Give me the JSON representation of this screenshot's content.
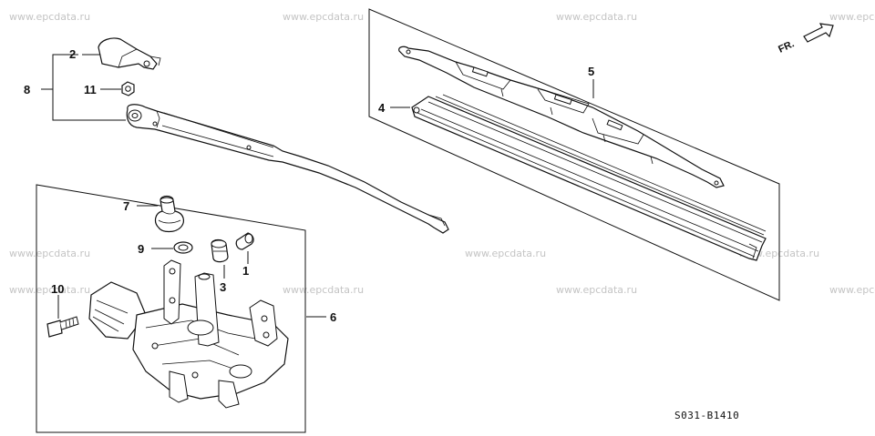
{
  "watermark": "www.epcdata.ru",
  "diagram_code": "S031-B1410",
  "direction_label": "FR.",
  "callouts": {
    "c1": "1",
    "c2": "2",
    "c3": "3",
    "c4": "4",
    "c5": "5",
    "c6": "6",
    "c7": "7",
    "c8": "8",
    "c9": "9",
    "c10": "10",
    "c11": "11"
  }
}
